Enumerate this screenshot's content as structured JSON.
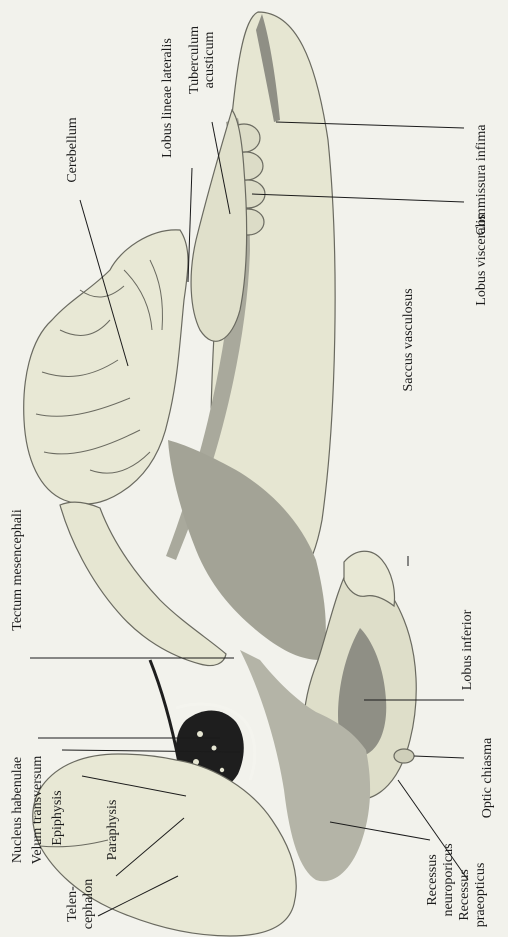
{
  "figure": {
    "labels": {
      "commissura_infima": "Commissura infima",
      "lobus_visceralis": "Lobus visceralis",
      "tuberculum_acusticum_1": "Tuberculum",
      "tuberculum_acusticum_2": "acusticum",
      "lobus_lineae_lateralis": "Lobus lineae lateralis",
      "cerebellum": "Cerebellum",
      "saccus_vasculosus": "Saccus vasculosus",
      "tectum_mesencephali": "Tectum mesencephali",
      "lobus_inferior": "Lobus inferior",
      "optic_chiasma": "Optic chiasma",
      "nucleus_habenulae": "Nucleus habenulae",
      "velum_transversum": "Velum transversum",
      "epiphysis": "Epiphysis",
      "paraphysis": "Paraphysis",
      "recessus_neuroporicus_1": "Recessus",
      "recessus_neuroporicus_2": "neuroporicus",
      "recessus_praeopticus_1": "Recessus",
      "recessus_praeopticus_2": "praeopticus",
      "telencephalon_1": "Telen-",
      "telencephalon_2": "cephalon"
    },
    "colors": {
      "background": "#f2f2ec",
      "tissue_light": "#e6e6d2",
      "tissue_mid": "#d4d4bf",
      "ventricle_dark": "#8f8f85",
      "nucleus_black": "#1e1e1e",
      "ink": "#1b1b1b"
    }
  }
}
